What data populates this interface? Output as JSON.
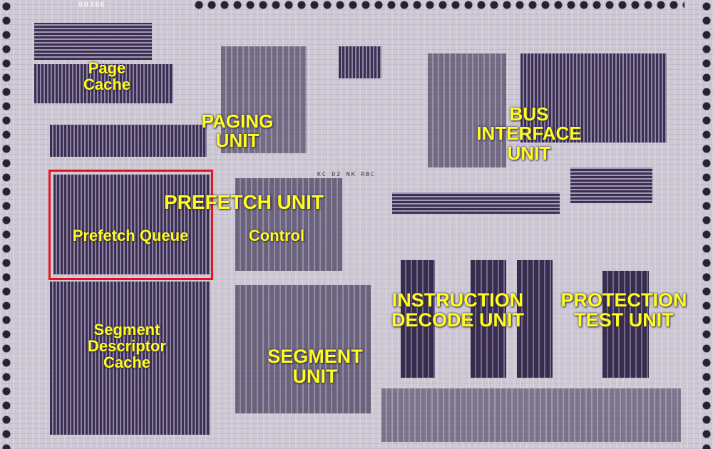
{
  "chip_id": "80386",
  "marking": "KC DZ NK RBC",
  "labels": {
    "page_cache": [
      "Page",
      "Cache"
    ],
    "paging_unit": [
      "PAGING",
      "UNIT"
    ],
    "bus_interface_unit": [
      "BUS",
      "INTERFACE",
      "UNIT"
    ],
    "prefetch_unit": "PREFETCH UNIT",
    "prefetch_queue": "Prefetch Queue",
    "control": "Control",
    "instruction_decode_unit": [
      "INSTRUCTION",
      "DECODE UNIT"
    ],
    "protection_test_unit": [
      "PROTECTION",
      "TEST UNIT"
    ],
    "segment_descriptor_cache": [
      "Segment",
      "Descriptor",
      "Cache"
    ],
    "segment_unit": [
      "SEGMENT",
      "UNIT"
    ]
  },
  "colors": {
    "label": "#ffff1a",
    "highlight": "#e8141c",
    "metal": "#3a2d55"
  }
}
